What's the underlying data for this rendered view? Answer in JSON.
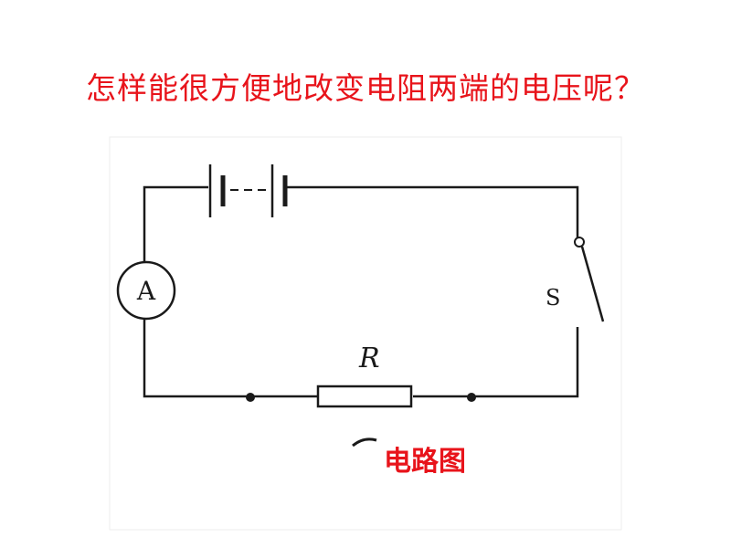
{
  "question": "怎样能很方便地改变电阻两端的电压呢？",
  "caption": "电路图",
  "circuit": {
    "ammeter_label": "A",
    "resistor_label": "R",
    "switch_label": "S"
  },
  "colors": {
    "highlight_text": "#e8141b",
    "wire": "#1a1a1a"
  },
  "icons": {
    "ammeter": "ammeter-icon",
    "battery": "battery-icon",
    "switch": "switch-icon",
    "resistor": "resistor-icon"
  }
}
